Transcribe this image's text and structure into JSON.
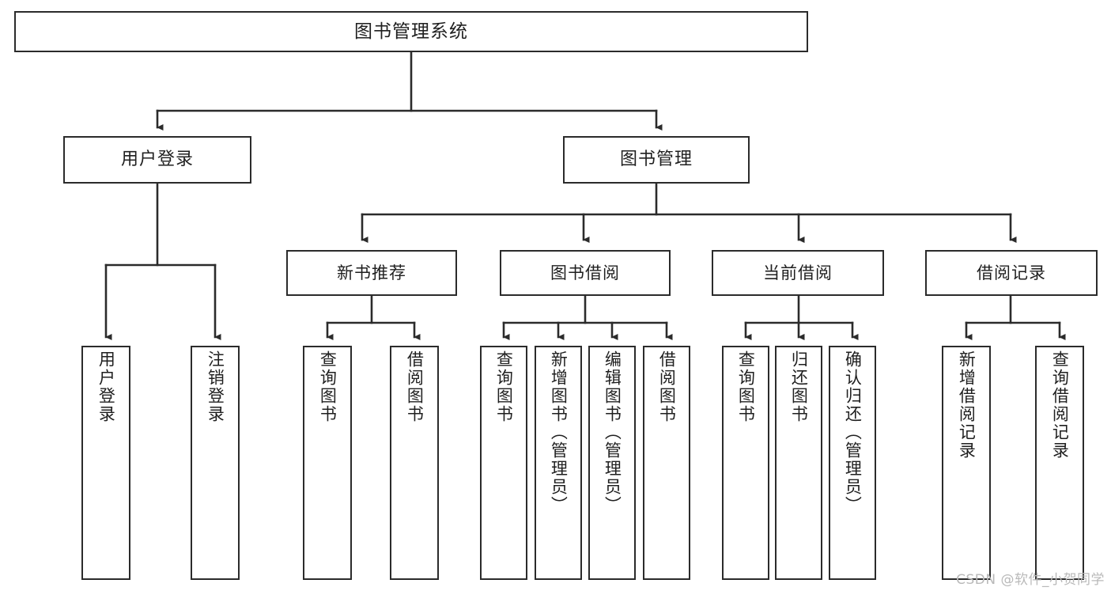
{
  "diagram": {
    "title": "图书管理系统",
    "watermark": "CSDN @软件_小贺同学",
    "line_color": "#2b2b2b",
    "box_fill": "#ffffff",
    "text_color": "#1f1f1f",
    "watermark_color": "#b9b9b9"
  },
  "root": {
    "label": "图书管理系统"
  },
  "level1": [
    {
      "label": "用户登录"
    },
    {
      "label": "图书管理"
    }
  ],
  "level2": [
    {
      "label": "新书推荐"
    },
    {
      "label": "图书借阅"
    },
    {
      "label": "当前借阅"
    },
    {
      "label": "借阅记录"
    }
  ],
  "leaves": {
    "user_login": [
      {
        "label": "用户登录"
      },
      {
        "label": "注销登录"
      }
    ],
    "new_book": [
      {
        "label": "查询图书"
      },
      {
        "label": "借阅图书"
      }
    ],
    "book_borrow": [
      {
        "label": "查询图书"
      },
      {
        "label": "新增图书（管理员）"
      },
      {
        "label": "编辑图书（管理员）"
      },
      {
        "label": "借阅图书"
      }
    ],
    "current_borrow": [
      {
        "label": "查询图书"
      },
      {
        "label": "归还图书"
      },
      {
        "label": "确认归还（管理员）"
      }
    ],
    "borrow_record": [
      {
        "label": "新增借阅记录"
      },
      {
        "label": "查询借阅记录"
      }
    ]
  }
}
